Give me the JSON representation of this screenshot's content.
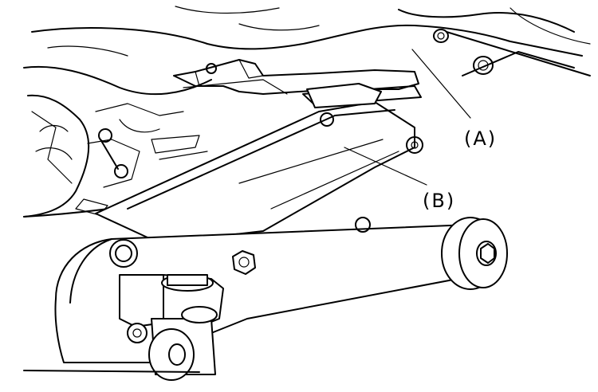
{
  "figure": {
    "callouts": [
      {
        "id": "A",
        "label": "(A)"
      },
      {
        "id": "B",
        "label": "(B)"
      }
    ],
    "parts": {
      "A": "vehicle-jack-point",
      "B": "floor-jack"
    }
  }
}
